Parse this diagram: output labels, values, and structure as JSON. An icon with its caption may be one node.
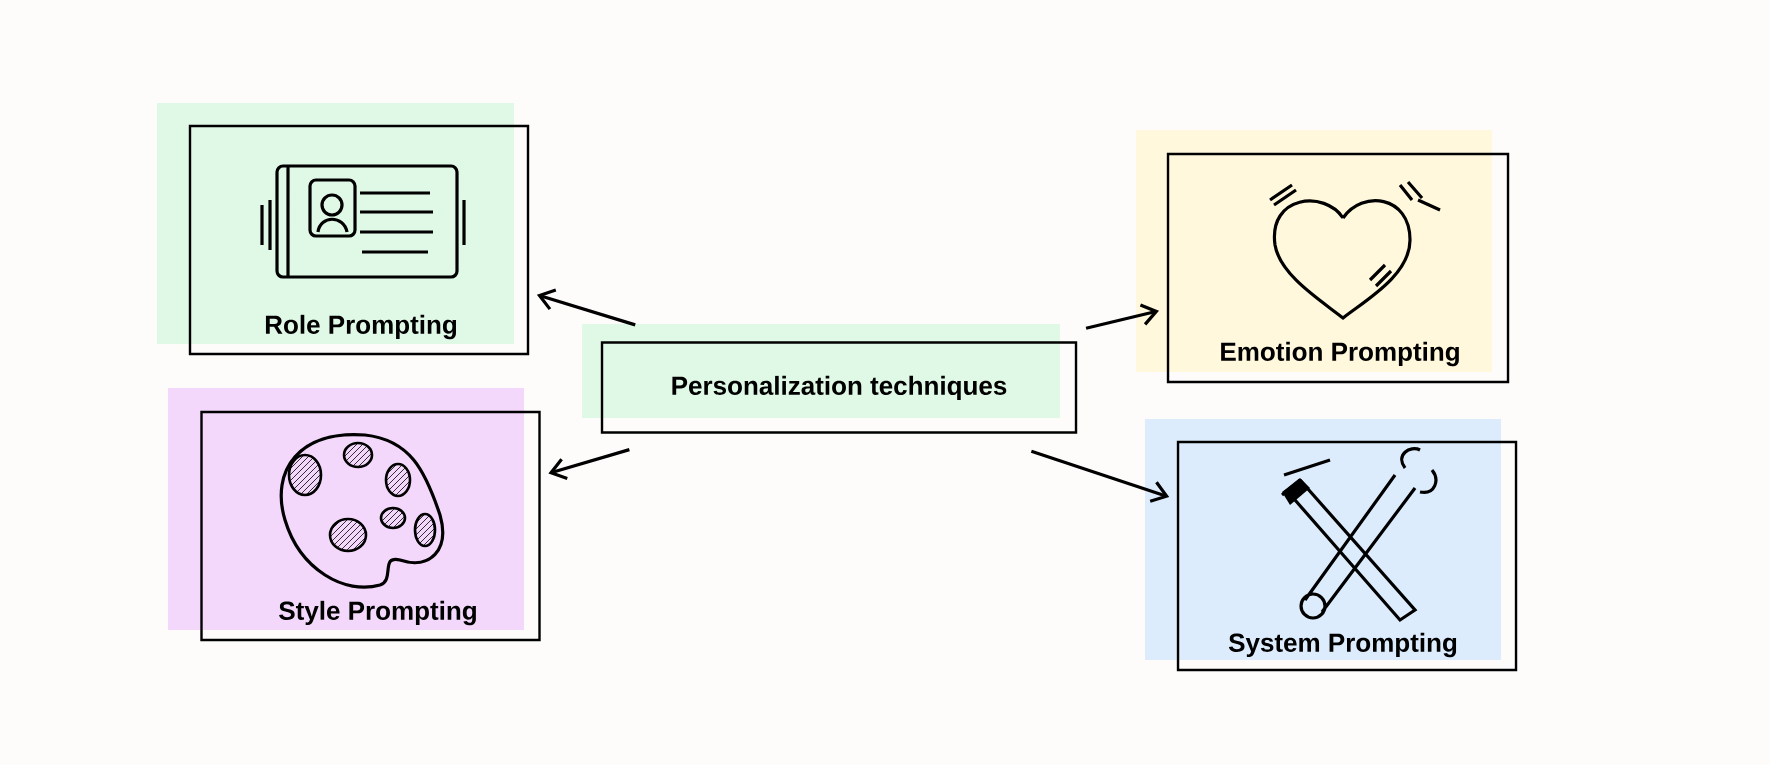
{
  "diagram": {
    "nodes": [
      {
        "text": [
          "Personalization techniques"
        ]
      },
      {
        "text": [
          "Role Prompting"
        ]
      },
      {
        "text": [
          "Style Prompting"
        ]
      },
      {
        "text": [
          "Emotion Prompting"
        ]
      },
      {
        "text": [
          "System Prompting"
        ]
      }
    ],
    "edges": [
      {
        "from": 0,
        "to": 1,
        "arrow": "to"
      },
      {
        "from": 0,
        "to": 2,
        "arrow": "to"
      },
      {
        "from": 0,
        "to": 3,
        "arrow": "to"
      },
      {
        "from": 0,
        "to": 4,
        "arrow": "to"
      }
    ]
  }
}
